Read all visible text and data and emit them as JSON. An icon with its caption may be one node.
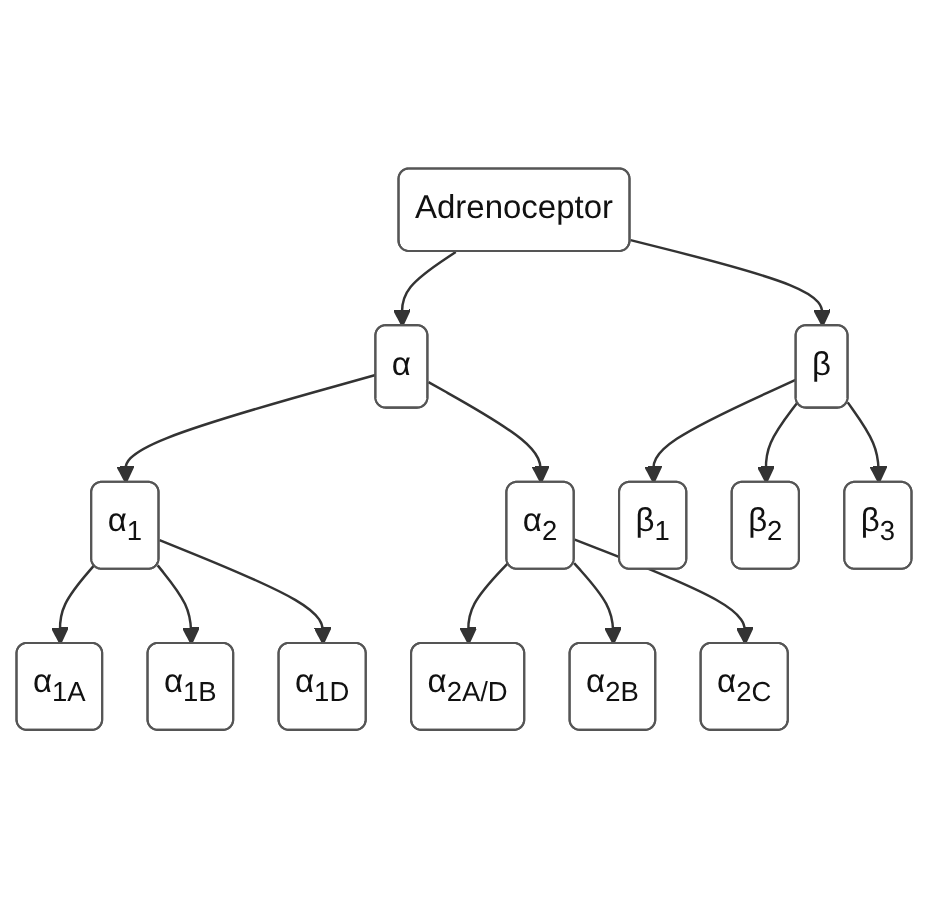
{
  "diagram": {
    "nodes": [
      {
        "text": [
          "Adrenoceptor"
        ]
      },
      {
        "text": [
          "α"
        ]
      },
      {
        "text": [
          "β"
        ]
      },
      {
        "text": [
          "α$_{1}$"
        ]
      },
      {
        "text": [
          "α$_{2}$"
        ]
      },
      {
        "text": [
          "α$_{1A}$"
        ]
      },
      {
        "text": [
          "α$_{1B}$"
        ]
      },
      {
        "text": [
          "α$_{1D}$"
        ]
      },
      {
        "text": [
          "β$_{1}$"
        ]
      },
      {
        "text": [
          "β$_{2}$"
        ]
      },
      {
        "text": [
          "β$_{3}$"
        ]
      },
      {
        "text": [
          "α$_{2A/D}$"
        ]
      },
      {
        "text": [
          "α$_{2B}$"
        ]
      },
      {
        "text": [
          "α$_{2C}$"
        ]
      }
    ],
    "edges": [
      {
        "from": 0,
        "to": 1,
        "arrow": "to"
      },
      {
        "from": 0,
        "to": 2,
        "arrow": "to"
      },
      {
        "from": 1,
        "to": 3,
        "arrow": "to"
      },
      {
        "from": 1,
        "to": 4,
        "arrow": "to"
      },
      {
        "from": 3,
        "to": 5,
        "arrow": "to"
      },
      {
        "from": 3,
        "to": 6,
        "arrow": "to"
      },
      {
        "from": 3,
        "to": 7,
        "arrow": "to"
      },
      {
        "from": 2,
        "to": 8,
        "arrow": "to"
      },
      {
        "from": 2,
        "to": 9,
        "arrow": "to"
      },
      {
        "from": 2,
        "to": 10,
        "arrow": "to"
      },
      {
        "from": 4,
        "to": 11,
        "arrow": "to"
      },
      {
        "from": 4,
        "to": 12,
        "arrow": "to"
      },
      {
        "from": 4,
        "to": 13,
        "arrow": "to"
      }
    ]
  }
}
